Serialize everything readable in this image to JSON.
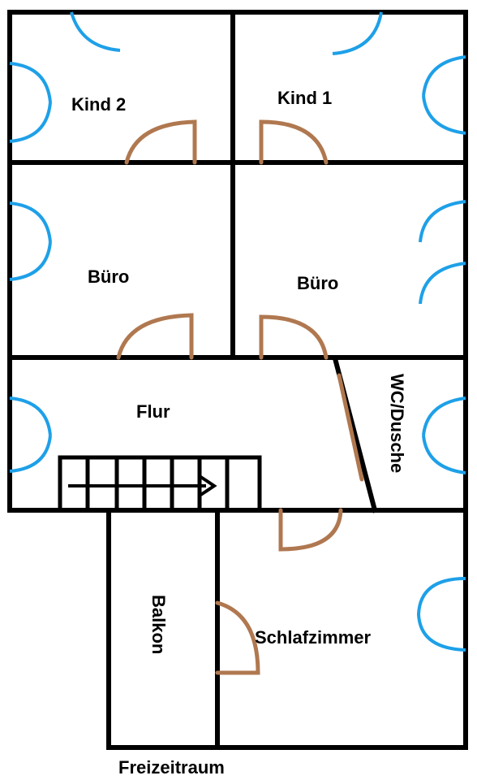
{
  "rooms": {
    "kind2": "Kind 2",
    "kind1": "Kind 1",
    "buero_left": "Büro",
    "buero_right": "Büro",
    "flur": "Flur",
    "wc": "WC/Dusche",
    "schlafzimmer": "Schlafzimmer",
    "balkon": "Balkon",
    "freizeitraum": "Freizeitraum"
  },
  "colors": {
    "wall": "#000000",
    "window": "#1ea0e8",
    "door": "#b07850",
    "background": "#ffffff"
  }
}
